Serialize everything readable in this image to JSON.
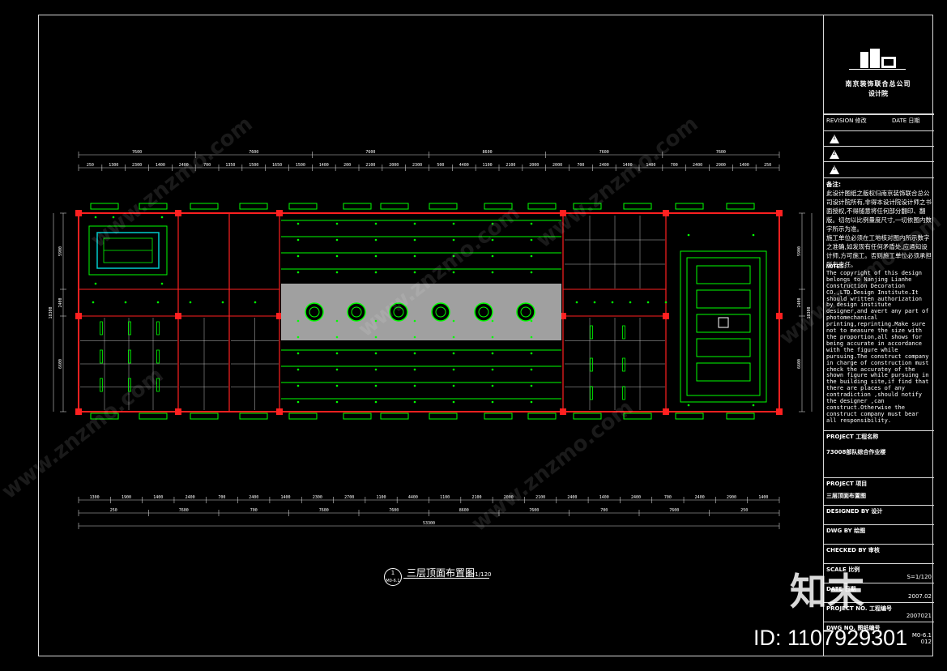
{
  "drawing": {
    "title": "三层顶面布置图",
    "scale": "S=1/120",
    "detail_no": "1",
    "detail_ref": "M0-6.1"
  },
  "dims": {
    "top_major": [
      "7600",
      "7600",
      "7600",
      "8600",
      "7600",
      "7600"
    ],
    "top_minor": [
      "250",
      "1300",
      "2300",
      "1400",
      "2400",
      "700",
      "1350",
      "1500",
      "1650",
      "1500",
      "1400",
      "200",
      "2100",
      "2000",
      "2300",
      "500",
      "4400",
      "1100",
      "2100",
      "2000",
      "2000",
      "700",
      "2400",
      "1400",
      "1400",
      "700",
      "2400",
      "2900",
      "1400",
      "250"
    ],
    "bottom_minor": [
      "1300",
      "1900",
      "1400",
      "2400",
      "700",
      "2400",
      "1400",
      "2300",
      "2700",
      "1100",
      "4400",
      "1100",
      "2100",
      "2000",
      "2100",
      "2400",
      "1400",
      "2400",
      "700",
      "2400",
      "2900",
      "1400"
    ],
    "bottom_major": [
      "250",
      "7600",
      "700",
      "7600",
      "7600",
      "8600",
      "7600",
      "700",
      "7600",
      "250"
    ],
    "overall": "53300",
    "left": [
      "5900",
      "2400",
      "6600"
    ],
    "left_total": "18300",
    "right": [
      "5900",
      "2400",
      "6600"
    ],
    "right_total": "18300"
  },
  "title_block": {
    "company": "南京装饰联合总公司",
    "subtitle": "设计院",
    "revision_header": "REVISION 修改",
    "date_header": "DATE 日期",
    "rev_marks": [
      "1",
      "2",
      "3"
    ],
    "notes_cn_title": "备注:",
    "notes_cn": "此设计图纸之版权归南京装饰联合总公司设计院所有,非得本设计院设计师之书面授权,不得随意将任何部分翻印、翻版。切勿以比例量度尺寸,一切依图内数字所示为准。\n施工单位必须在工地核对图内所示数字之准确,如发现有任何矛盾处,应通知设计师,方可施工。否则施工单位必须承担所有责任。",
    "notes_en_title": "NOTES:",
    "notes_en": "The copyright of this design belongs to Nanjing Lianhe Construction Decoration CO.,LTD.Design Institute.It should written authorization by design institute designer,and avert any part of photomechanical printing,reprinting.Make sure not to measure the size with the proportion,all shows for being accurate in accordance with the figure while pursuing.The construct company in charge of construction must check the accuratey of the shown figure while pursuing in the building site,if find that there are places of any contradiction ,should notify the designer ,can construct.Otherwise the construct company must bear all responsibility.",
    "project_label": "PROJECT 工程名称",
    "project_name": "73008部队综合作业楼",
    "item_label": "PROJECT 项目",
    "item_name": "三层顶面布置图",
    "designed_label": "DESIGNED BY 设计",
    "dwg_by_label": "DWG BY 绘图",
    "checked_label": "CHECKED BY 审核",
    "scale_label": "SCALE 比例",
    "scale_value": "S=1/120",
    "date_label": "DATE 日期",
    "date_value": "2007.02",
    "project_no_label": "PROJECT NO. 工程编号",
    "project_no_value": "2007021",
    "dwg_no_label": "DWG NO. 图纸编号",
    "dwg_no_value": "M0-6.1",
    "sheet_value": "012"
  },
  "watermark": {
    "site": "www.znzmo.com",
    "brand": "知末",
    "id": "ID: 1107929301"
  },
  "colors": {
    "wall": "#ff2020",
    "ceiling": "#00ff00",
    "light": "#00ff00",
    "frame": "#d8d8d8",
    "band": "#a0a0a0"
  }
}
